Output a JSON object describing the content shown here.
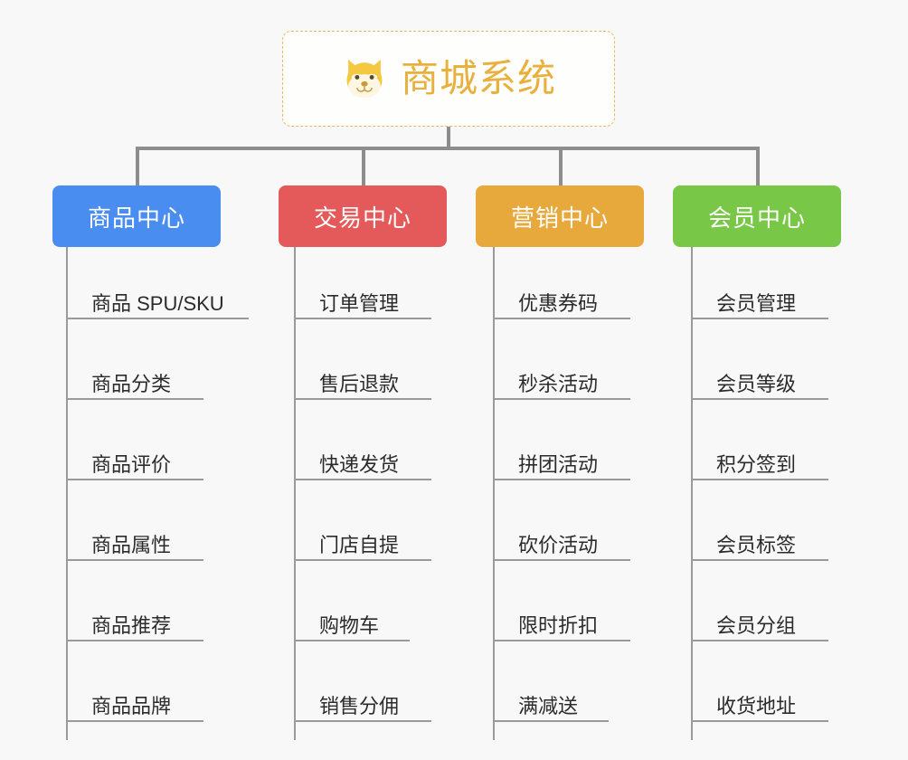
{
  "background_color": "#f8f8f8",
  "root": {
    "title": "商城系统",
    "icon": "dog-face-icon",
    "title_color": "#e8b03c",
    "border_color": "#e8b95c",
    "background_color": "#fefefd"
  },
  "connector_color": "#8d8d8d",
  "leaf_rule_color": "#9a9a9a",
  "leaf_text_color": "#2b2b2b",
  "columns": [
    {
      "label": "商品中心",
      "color": "#4a8df0",
      "items": [
        "商品 SPU/SKU",
        "商品分类",
        "商品评价",
        "商品属性",
        "商品推荐",
        "商品品牌"
      ]
    },
    {
      "label": "交易中心",
      "color": "#e45a5a",
      "items": [
        "订单管理",
        "售后退款",
        "快递发货",
        "门店自提",
        "购物车",
        "销售分佣"
      ]
    },
    {
      "label": "营销中心",
      "color": "#e8a93c",
      "items": [
        "优惠券码",
        "秒杀活动",
        "拼团活动",
        "砍价活动",
        "限时折扣",
        "满减送"
      ]
    },
    {
      "label": "会员中心",
      "color": "#78c746",
      "items": [
        "会员管理",
        "会员等级",
        "积分签到",
        "会员标签",
        "会员分组",
        "收货地址"
      ]
    }
  ]
}
